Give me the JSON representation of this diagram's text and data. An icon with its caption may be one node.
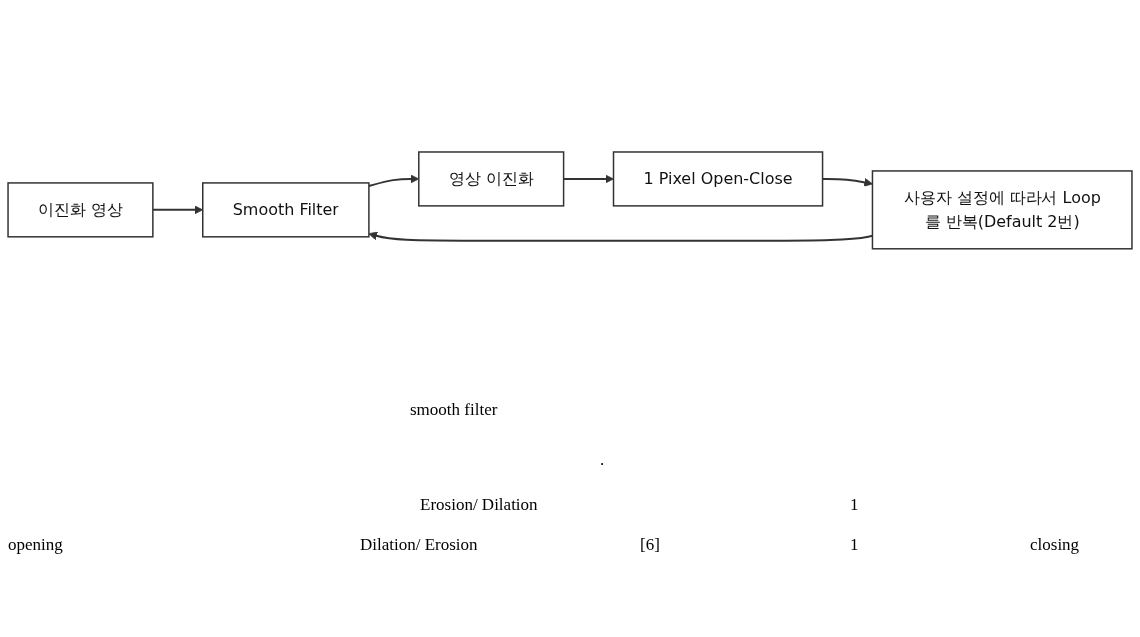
{
  "diagram": {
    "nodes": [
      {
        "text": [
          "이진화 영상"
        ]
      },
      {
        "text": [
          "Smooth Filter"
        ]
      },
      {
        "text": [
          "영상 이진화"
        ]
      },
      {
        "text": [
          "1 Pixel Open-Close"
        ]
      },
      {
        "text": [
          "사용자 설정에 따라서 Loop를 반복(Default 2번)"
        ]
      }
    ],
    "edges": [
      {
        "from": 0,
        "to": 1,
        "arrow": "to"
      },
      {
        "from": 1,
        "to": 2,
        "arrow": "to"
      },
      {
        "from": 2,
        "to": 3,
        "arrow": "to"
      },
      {
        "from": 3,
        "to": 4,
        "arrow": "to"
      },
      {
        "from": 4,
        "to": 1,
        "arrow": "to"
      }
    ],
    "labels": [
      "smooth filter",
      ".",
      "Erosion/ Dilation",
      "1",
      "opening",
      "Dilation/ Erosion",
      "[6]",
      "1",
      "closing"
    ]
  }
}
